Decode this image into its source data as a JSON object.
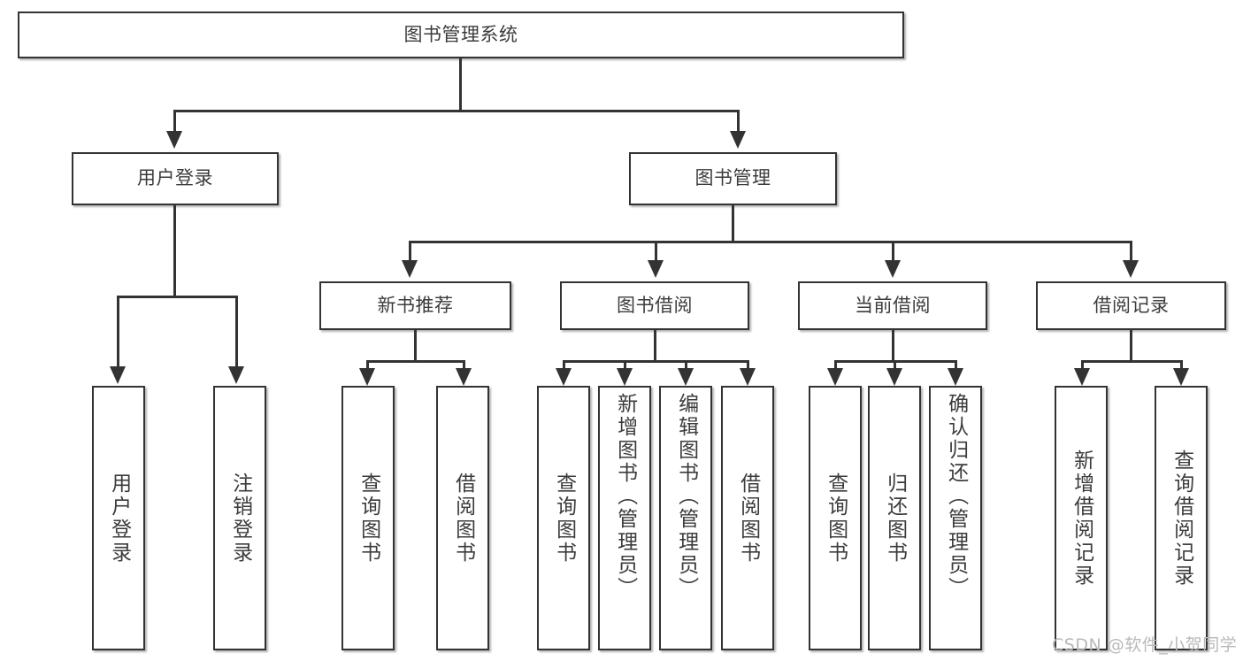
{
  "diagram": {
    "title": "图书管理系统",
    "type": "hierarchy-tree",
    "levels": [
      {
        "level": 0,
        "nodes": [
          {
            "id": "root",
            "label": "图书管理系统",
            "orientation": "horizontal"
          }
        ]
      },
      {
        "level": 1,
        "nodes": [
          {
            "id": "user-login",
            "label": "用户登录",
            "orientation": "horizontal",
            "parent": "root"
          },
          {
            "id": "book-manage",
            "label": "图书管理",
            "orientation": "horizontal",
            "parent": "root"
          }
        ]
      },
      {
        "level": 2,
        "nodes": [
          {
            "id": "new-book-rec",
            "label": "新书推荐",
            "orientation": "horizontal",
            "parent": "book-manage"
          },
          {
            "id": "book-borrow",
            "label": "图书借阅",
            "orientation": "horizontal",
            "parent": "book-manage"
          },
          {
            "id": "current-borrow",
            "label": "当前借阅",
            "orientation": "horizontal",
            "parent": "book-manage"
          },
          {
            "id": "borrow-record",
            "label": "借阅记录",
            "orientation": "horizontal",
            "parent": "book-manage"
          }
        ]
      },
      {
        "level": 3,
        "nodes": [
          {
            "id": "leaf-user-login",
            "label": "用户登录",
            "orientation": "vertical",
            "parent": "user-login"
          },
          {
            "id": "leaf-logout",
            "label": "注销登录",
            "orientation": "vertical",
            "parent": "user-login"
          },
          {
            "id": "leaf-query-book-1",
            "label": "查询图书",
            "orientation": "vertical",
            "parent": "new-book-rec"
          },
          {
            "id": "leaf-borrow-book-1",
            "label": "借阅图书",
            "orientation": "vertical",
            "parent": "new-book-rec"
          },
          {
            "id": "leaf-query-book-2",
            "label": "查询图书",
            "orientation": "vertical",
            "parent": "book-borrow"
          },
          {
            "id": "leaf-add-book",
            "label": "新增图书（管理员）",
            "orientation": "vertical",
            "parent": "book-borrow"
          },
          {
            "id": "leaf-edit-book",
            "label": "编辑图书（管理员）",
            "orientation": "vertical",
            "parent": "book-borrow"
          },
          {
            "id": "leaf-borrow-book-2",
            "label": "借阅图书",
            "orientation": "vertical",
            "parent": "book-borrow"
          },
          {
            "id": "leaf-query-book-3",
            "label": "查询图书",
            "orientation": "vertical",
            "parent": "current-borrow"
          },
          {
            "id": "leaf-return-book",
            "label": "归还图书",
            "orientation": "vertical",
            "parent": "current-borrow"
          },
          {
            "id": "leaf-confirm-return",
            "label": "确认归还（管理员）",
            "orientation": "vertical",
            "parent": "current-borrow"
          },
          {
            "id": "leaf-add-record",
            "label": "新增借阅记录",
            "orientation": "vertical",
            "parent": "borrow-record"
          },
          {
            "id": "leaf-query-record",
            "label": "查询借阅记录",
            "orientation": "vertical",
            "parent": "borrow-record"
          }
        ]
      }
    ]
  },
  "watermark": {
    "text": "CSDN @软件_小贺同学"
  },
  "colors": {
    "box_border": "#333333",
    "text": "#3c3c3c",
    "connector": "#333333",
    "background": "#ffffff",
    "watermark": "#b9b9b9"
  }
}
